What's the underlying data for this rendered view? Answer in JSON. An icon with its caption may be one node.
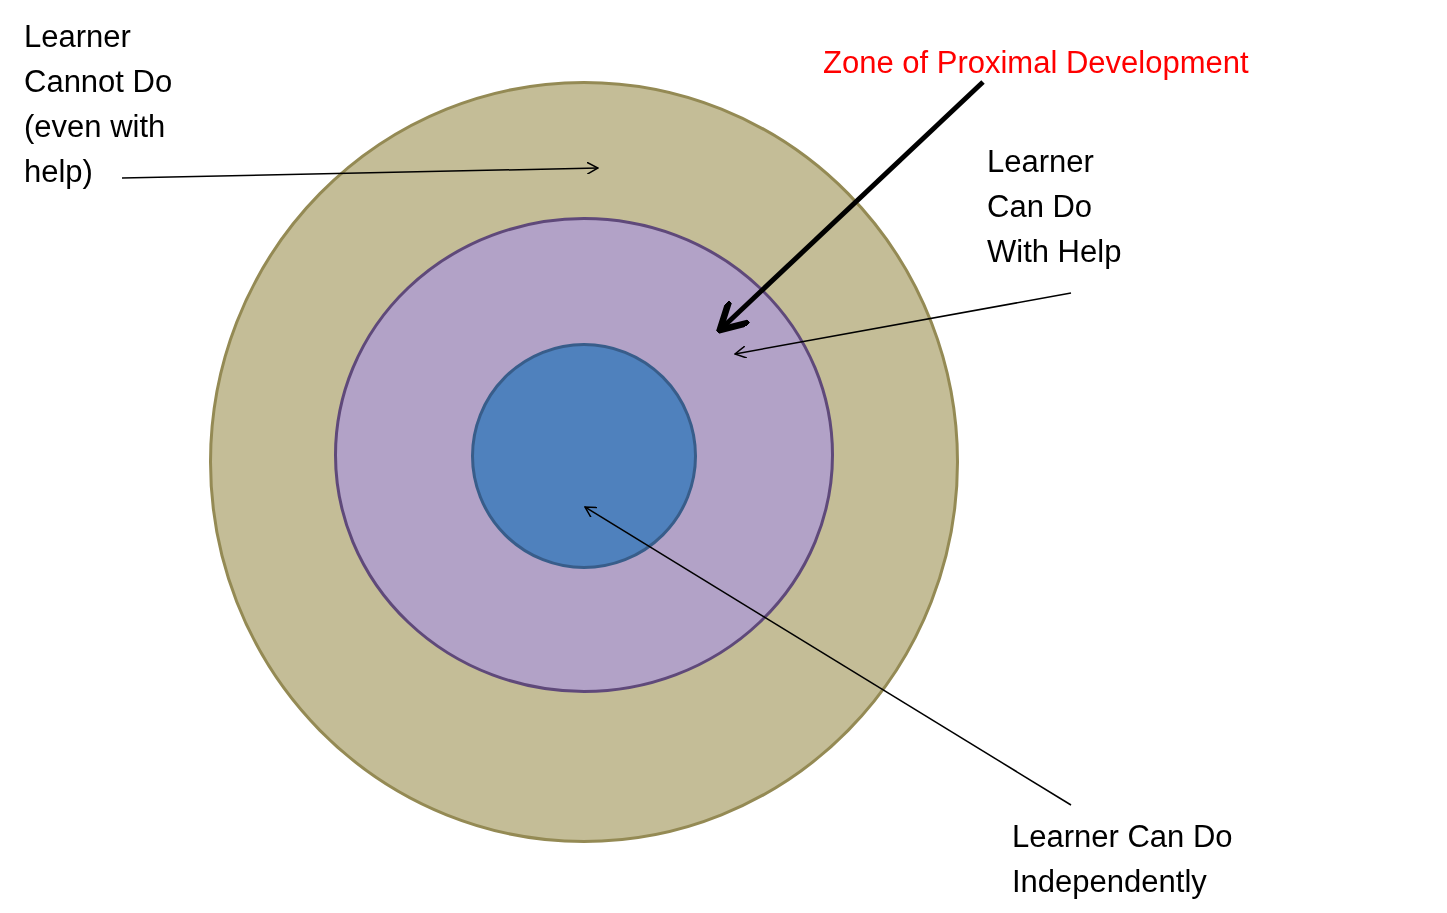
{
  "diagram": {
    "nodes": [
      {
        "text": [
          "Learner Cannot Do (even with help)"
        ]
      },
      {
        "text": [
          "Zone of Proximal Development"
        ]
      },
      {
        "text": [
          "Learner Can Do With Help"
        ]
      },
      {
        "text": [],
        "shape": "circle"
      },
      {
        "text": [],
        "shape": "circle",
        "in": 3
      },
      {
        "text": [],
        "shape": "circle",
        "in": 4
      },
      {
        "text": [
          "Learner Can Do Independently"
        ]
      }
    ],
    "edges": [
      {
        "from": 0,
        "to": 3,
        "arrow": "to"
      },
      {
        "from": 1,
        "to": 4,
        "arrow": "to",
        "style": "thick"
      },
      {
        "from": 2,
        "to": 4,
        "arrow": "to"
      },
      {
        "from": 6,
        "to": 5,
        "arrow": "to"
      }
    ]
  }
}
